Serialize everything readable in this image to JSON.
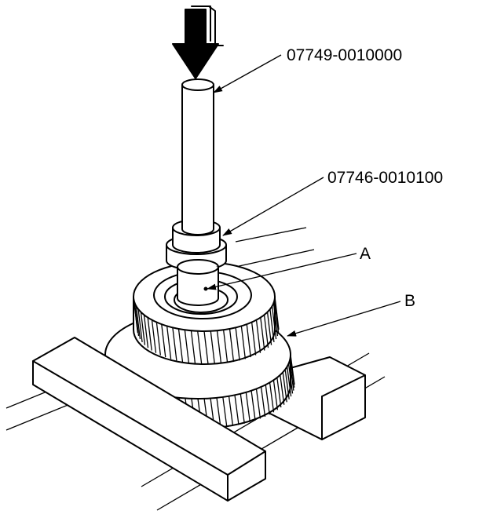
{
  "labels": {
    "tool_1": "07749-0010000",
    "tool_2": "07746-0010100",
    "part_a": "A",
    "part_b": "B"
  },
  "icons": {
    "press_arrow": "down-arrow-icon"
  },
  "colors": {
    "ink": "#000000",
    "paper": "#ffffff"
  }
}
